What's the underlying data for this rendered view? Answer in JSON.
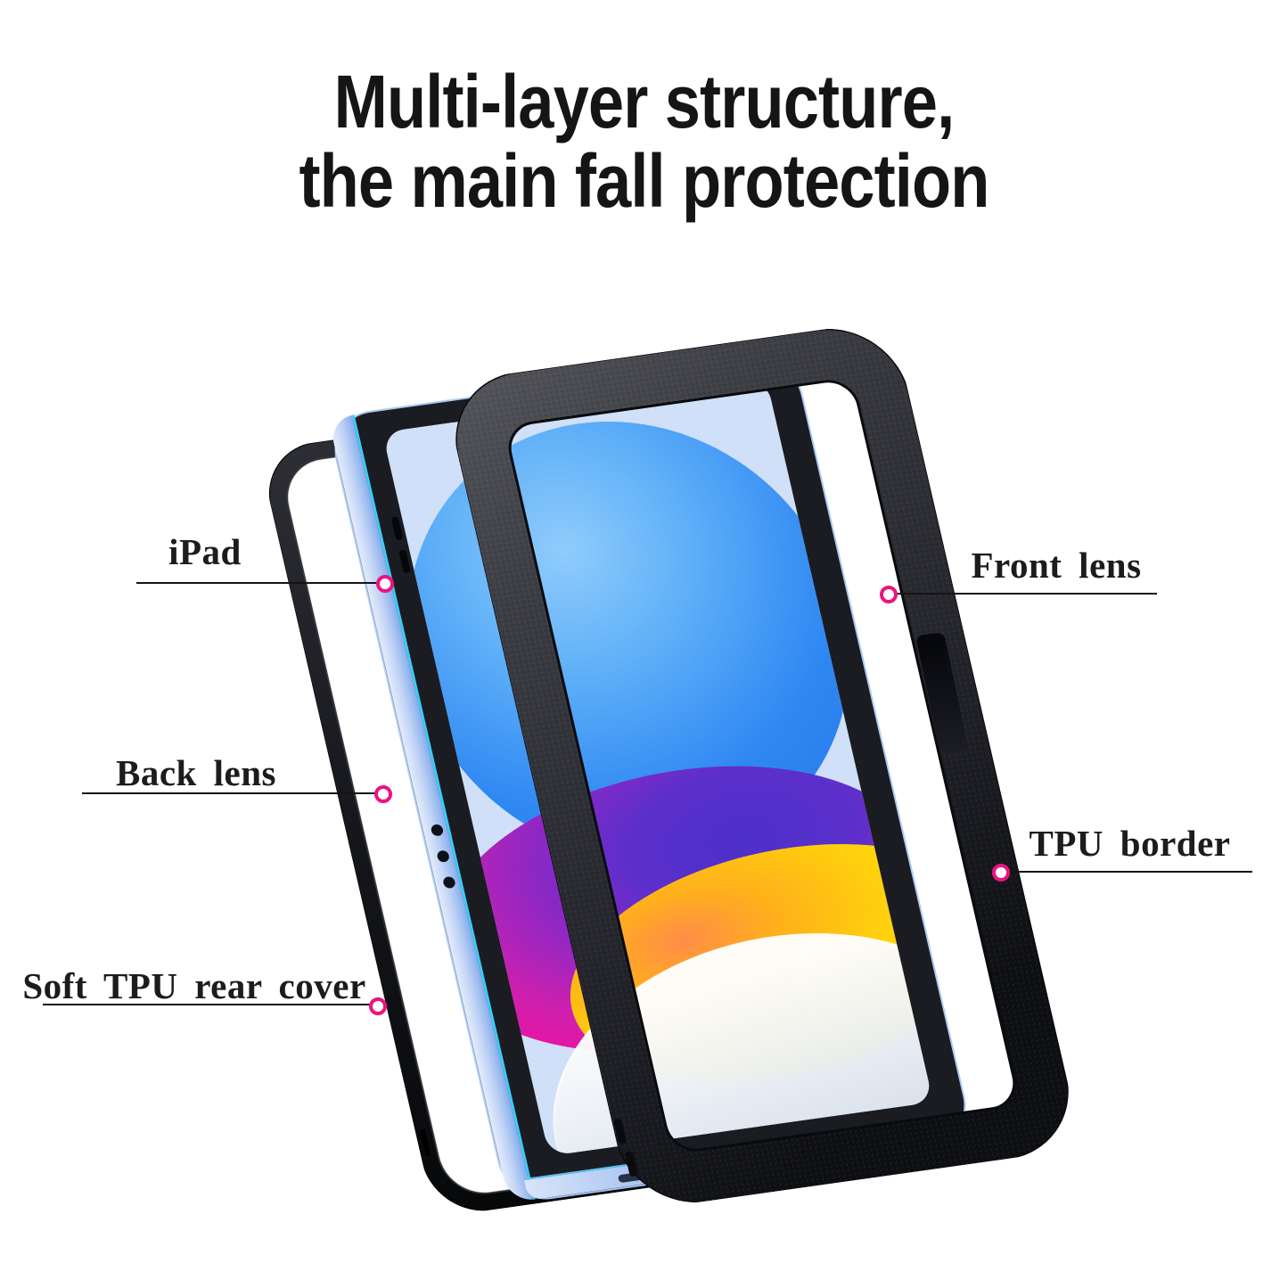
{
  "title": {
    "line1": "Multi-layer structure,",
    "line2": "the main fall protection"
  },
  "callouts": {
    "ipad": {
      "label": "iPad"
    },
    "back_lens": {
      "label": "Back lens"
    },
    "soft_tpu_rear_cover": {
      "label": "Soft TPU rear cover"
    },
    "front_lens": {
      "label": "Front lens"
    },
    "tpu_border": {
      "label": "TPU border"
    }
  },
  "colors": {
    "accent_pink": "#ec1380",
    "callout_line": "#141414",
    "frame_black": "#232429",
    "ipad_edge_blue": "#c2d4f6",
    "cyan_rim": "#3bcdf7",
    "screen_background": "#cfe0f8",
    "wallpaper_blue": "#2f87f2",
    "wallpaper_magenta": "#f50f9b",
    "wallpaper_yellow": "#ffd20c"
  }
}
